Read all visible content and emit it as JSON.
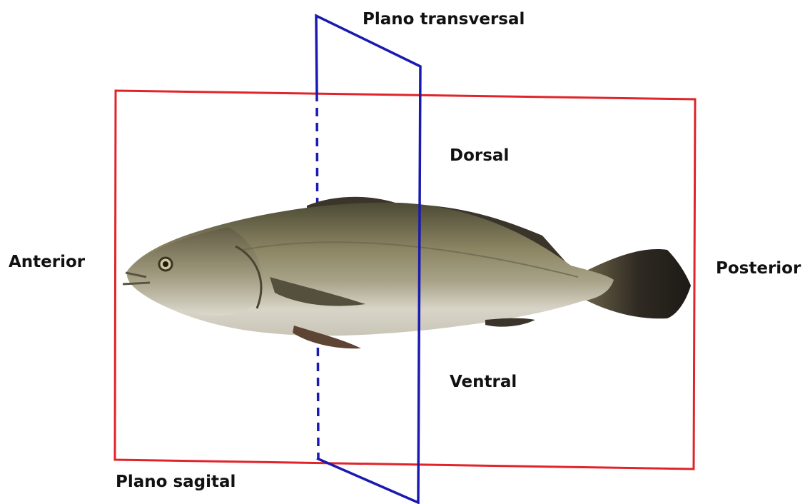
{
  "labels": {
    "plano_transversal": "Plano transversal",
    "dorsal": "Dorsal",
    "ventral": "Ventral",
    "anterior": "Anterior",
    "posterior": "Posterior",
    "plano_sagital": "Plano sagital"
  },
  "colors": {
    "sagittal_plane": "#e0242a",
    "transverse_plane": "#1a1ab0",
    "fish_body": "#8a8463",
    "fish_belly": "#d9d6c8",
    "fish_fins": "#3a342a",
    "fish_tail": "#2b2620"
  }
}
